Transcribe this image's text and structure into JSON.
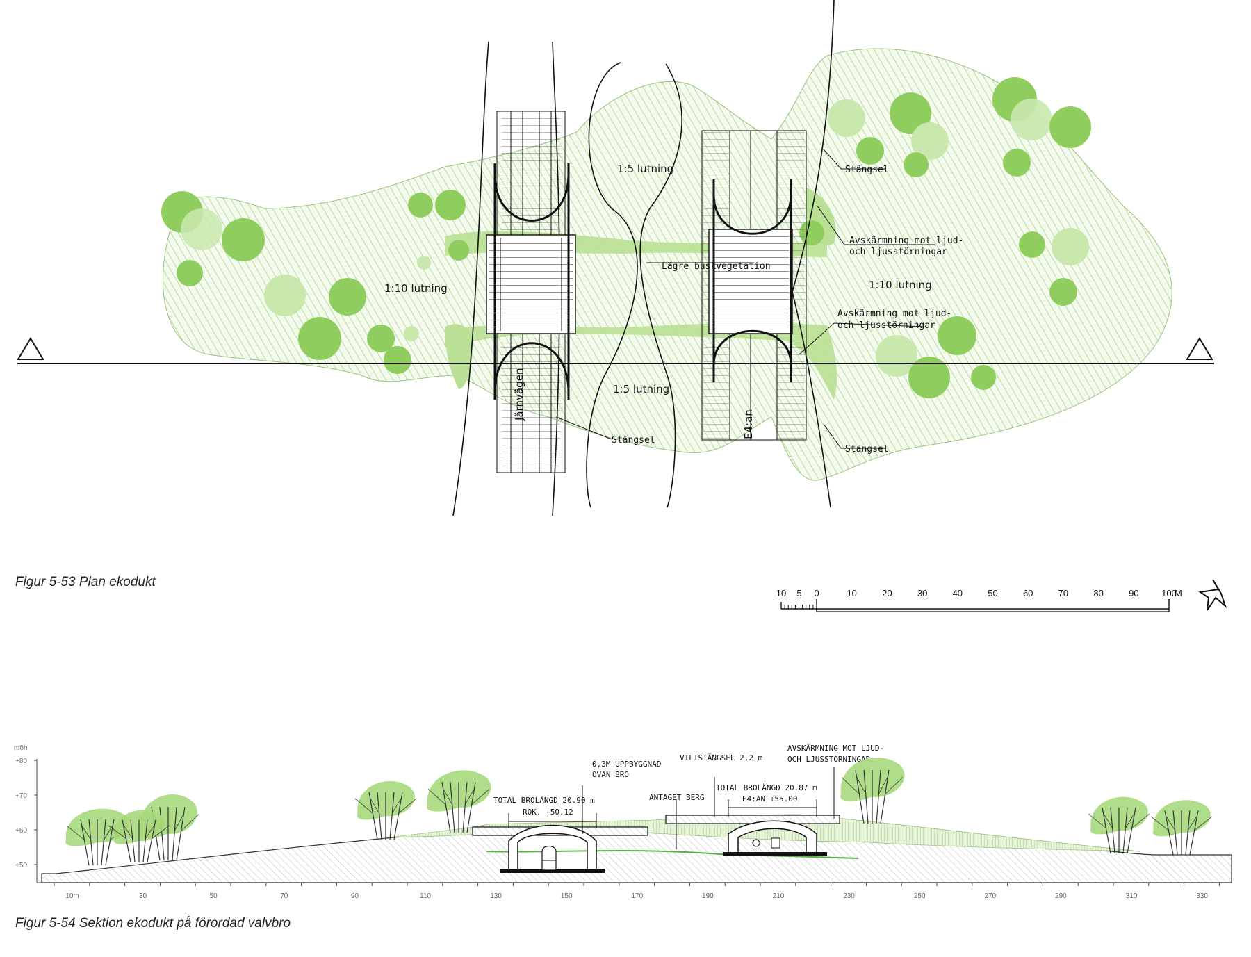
{
  "plan": {
    "caption": "Figur 5-53 Plan ekodukt",
    "labels": {
      "slope_top": "1:5 lutning",
      "slope_bottom": "1:5 lutning",
      "slope_left": "1:10 lutning",
      "slope_right": "1:10 lutning",
      "fence_top_right": "Stängsel",
      "fence_bottom_right": "Stängsel",
      "fence_bottom_left": "Stängsel",
      "screen_top_line1": "Avskärmning mot ljud-",
      "screen_top_line2": "och ljusstörningar",
      "screen_bottom_line1": "Avskärmning mot ljud-",
      "screen_bottom_line2": "och ljusstörningar",
      "vegetation": "Lägre buskvegetation",
      "railway": "Järnvägen",
      "road": "E4:an"
    },
    "scale_bar": {
      "labels": [
        "10",
        "5",
        "0",
        "10",
        "20",
        "30",
        "40",
        "50",
        "60",
        "70",
        "80",
        "90",
        "100"
      ],
      "unit": "M"
    }
  },
  "section": {
    "caption": "Figur 5-54 Sektion ekodukt på förordad valvbro",
    "y_axis": {
      "unit": "möh",
      "ticks": [
        "+80",
        "+70",
        "+60",
        "+50"
      ]
    },
    "x_axis": {
      "ticks": [
        "10m",
        "30",
        "50",
        "70",
        "90",
        "110",
        "130",
        "150",
        "170",
        "190",
        "210",
        "230",
        "250",
        "270",
        "290",
        "310",
        "330"
      ]
    },
    "labels": {
      "upbuild_line1": "0,3M UPPBYGGNAD",
      "upbuild_line2": "OVAN BRO",
      "fence": "VILTSTÄNGSEL 2,2 m",
      "screen_line1": "AVSKÄRMNING MOT LJUD-",
      "screen_line2": "OCH LJUSSTÖRNINGAR",
      "bridge1_length": "TOTAL BROLÄNGD 20.90 m",
      "bridge1_level": "RÖK. +50.12",
      "rock": "ANTAGET BERG",
      "bridge2_length": "TOTAL BROLÄNGD 20.87 m",
      "bridge2_level": "E4:AN +55.00"
    }
  },
  "colors": {
    "tree_green": "#8fce5e",
    "tree_light": "#b9e094",
    "hatch_green": "#b5dc95",
    "line": "#111111"
  }
}
